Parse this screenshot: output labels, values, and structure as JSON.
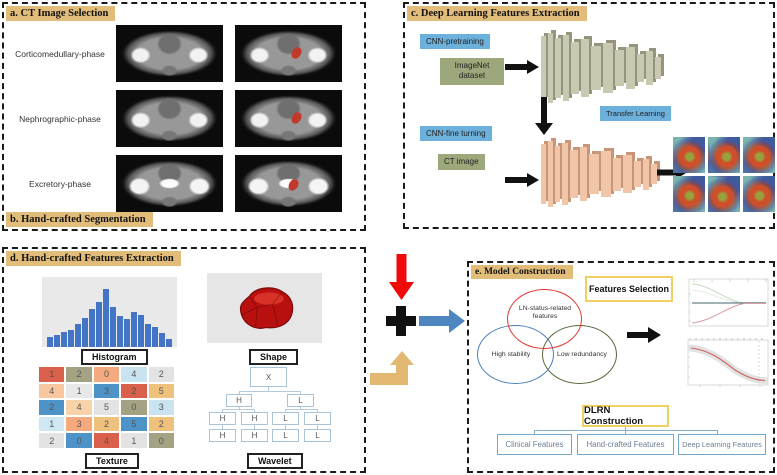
{
  "panels": {
    "a": {
      "title": "a. CT Image Selection",
      "rows": [
        {
          "label": "Corticomedullary-phase"
        },
        {
          "label": "Nephrographic-phase"
        },
        {
          "label": "Excretory-phase"
        }
      ]
    },
    "b": {
      "title": "b. Hand-crafted Segmentation"
    },
    "c": {
      "title": "c. Deep Learning Features Extraction",
      "pretrain": "CNN-pretraining",
      "pretrain_data": "ImageNet dataset",
      "transfer": "Transfer Learning",
      "finetune": "CNN-fine turning",
      "finetune_data": "CT image"
    },
    "d": {
      "title": "d. Hand-crafted Features Extraction",
      "labels": {
        "histogram": "Histogram",
        "shape": "Shape",
        "texture": "Texture",
        "wavelet": "Wavelet"
      },
      "wavelet_tree": {
        "root": "X",
        "level2": [
          "H",
          "L"
        ],
        "level3": [
          "H",
          "H",
          "L",
          "L"
        ],
        "level4": [
          "H",
          "H",
          "L",
          "L"
        ]
      }
    },
    "e": {
      "title": "e. Model Construction",
      "features_selection": "Features Selection",
      "venn": {
        "top": "LN-status-related features",
        "left": "High stability",
        "right": "Low redundancy"
      },
      "dlrn": "DLRN Construction",
      "inputs": [
        "Clinical Features",
        "Hand-crafted Features",
        "Deep Learning Features"
      ]
    }
  },
  "chart_data": [
    {
      "type": "bar",
      "title": "Histogram",
      "values": [
        14,
        17,
        21,
        25,
        33,
        42,
        55,
        65,
        83,
        57,
        44,
        40,
        50,
        46,
        33,
        28,
        20,
        12
      ],
      "ylim": [
        0,
        100
      ],
      "color": "#4474c6"
    },
    {
      "type": "heatmap",
      "title": "Texture",
      "values": [
        [
          1,
          2,
          0,
          4,
          2
        ],
        [
          4,
          1,
          3,
          2,
          5
        ],
        [
          2,
          4,
          5,
          0,
          3
        ],
        [
          1,
          3,
          2,
          5,
          2
        ],
        [
          2,
          0,
          4,
          1,
          0
        ]
      ],
      "cell_colors": [
        [
          "#d9604a",
          "#a3a383",
          "#f5a97f",
          "#c9e3f0",
          "#e3e3e3"
        ],
        [
          "#f8c7a0",
          "#e8e8e8",
          "#4e93c8",
          "#d9604a",
          "#eec17c"
        ],
        [
          "#4e93c8",
          "#f8d2a8",
          "#e3e3e3",
          "#a3a383",
          "#c9e3f0"
        ],
        [
          "#cfe7f2",
          "#f5a97f",
          "#eec17c",
          "#4e93c8",
          "#eec17c"
        ],
        [
          "#e3e3e3",
          "#4e93c8",
          "#d9604a",
          "#e3e3e3",
          "#a3a383"
        ]
      ]
    }
  ],
  "colors": {
    "header_bg": "#e2bd7a",
    "blue_box": "#6cb0dc",
    "green_box": "#9ca87c",
    "accent_red": "#f00a0a",
    "accent_blue": "#4e86c0",
    "accent_tan": "#e2b873",
    "venn_red": "#e2382e",
    "venn_blue": "#4a7ebd",
    "venn_green": "#55663a"
  }
}
